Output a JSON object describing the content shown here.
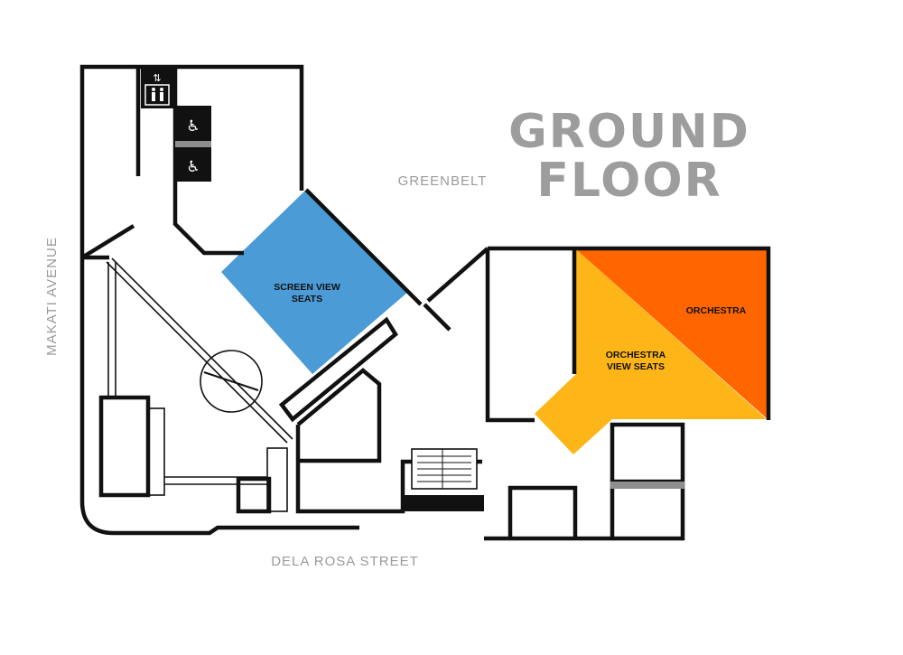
{
  "title": {
    "line1": "GROUND",
    "line2": "FLOOR"
  },
  "streets": {
    "north": "GREENBELT",
    "west": "MAKATI AVENUE",
    "south": "DELA ROSA STREET"
  },
  "zones": {
    "screen_view": {
      "line1": "SCREEN VIEW",
      "line2": "SEATS"
    },
    "orchestra": {
      "label": "ORCHESTRA"
    },
    "orchestra_view": {
      "line1": "ORCHESTRA",
      "line2": "VIEW SEATS"
    }
  },
  "icons": [
    "elevator-icon",
    "accessible-restroom-female-icon",
    "accessible-restroom-male-icon",
    "stairs-icon"
  ],
  "colors": {
    "screen_view": "#4a9bd6",
    "orchestra": "#ff6600",
    "orchestra_view": "#fdb517",
    "title": "#9d9d9d",
    "street": "#9a9a9a",
    "walls": "#111111"
  }
}
